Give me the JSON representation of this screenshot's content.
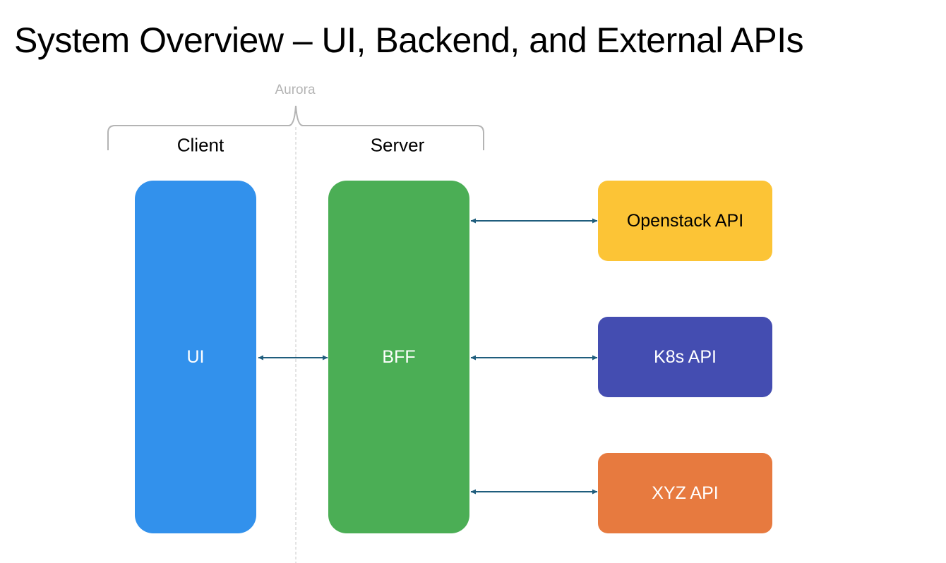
{
  "slide": {
    "title": "System Overview – UI, Backend, and External APIs"
  },
  "diagram": {
    "group": {
      "label": "Aurora",
      "color": "#b4b4b4"
    },
    "tiers": [
      {
        "id": "client",
        "label": "Client"
      },
      {
        "id": "server",
        "label": "Server"
      }
    ],
    "nodes": [
      {
        "id": "ui",
        "label": "UI",
        "fill": "#3291ec",
        "text_color": "#ffffff",
        "tier": "client"
      },
      {
        "id": "bff",
        "label": "BFF",
        "fill": "#4bae55",
        "text_color": "#ffffff",
        "tier": "server"
      },
      {
        "id": "openstack",
        "label": "Openstack API",
        "fill": "#fcc436",
        "text_color": "#000000"
      },
      {
        "id": "k8s",
        "label": "K8s API",
        "fill": "#444db1",
        "text_color": "#ffffff"
      },
      {
        "id": "xyz",
        "label": "XYZ API",
        "fill": "#e77a3f",
        "text_color": "#ffffff"
      }
    ],
    "edges": [
      {
        "from": "ui",
        "to": "bff",
        "direction": "both"
      },
      {
        "from": "bff",
        "to": "openstack",
        "direction": "both"
      },
      {
        "from": "bff",
        "to": "k8s",
        "direction": "both"
      },
      {
        "from": "bff",
        "to": "xyz",
        "direction": "both"
      }
    ],
    "arrow_color": "#1f5d7d",
    "divider_color": "#c8c8c8"
  }
}
